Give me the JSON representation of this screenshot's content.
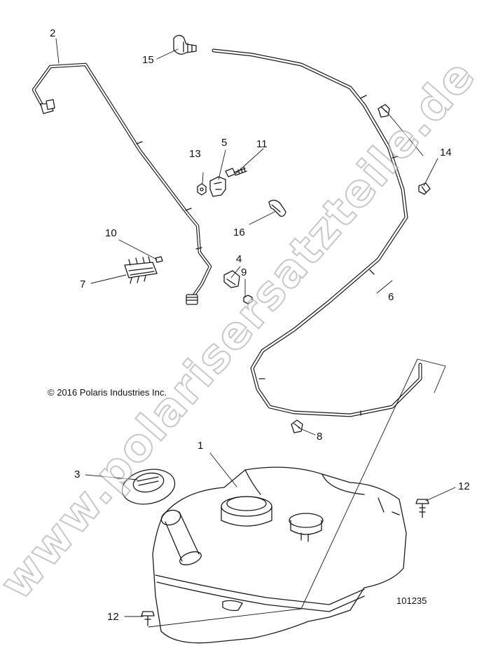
{
  "copyright": "© 2016 Polaris Industries Inc.",
  "diagram_number": "101235",
  "watermark": "www.polarisersatzteile.de",
  "callouts": {
    "c1": "1",
    "c2": "2",
    "c3": "3",
    "c4": "4",
    "c5": "5",
    "c6": "6",
    "c7": "7",
    "c8": "8",
    "c9": "9",
    "c10": "10",
    "c11": "11",
    "c12a": "12",
    "c12b": "12",
    "c13": "13",
    "c14": "14",
    "c15": "15",
    "c16": "16"
  },
  "colors": {
    "line": "#1a1a1a",
    "watermark_outline": "#9a9a9a"
  }
}
